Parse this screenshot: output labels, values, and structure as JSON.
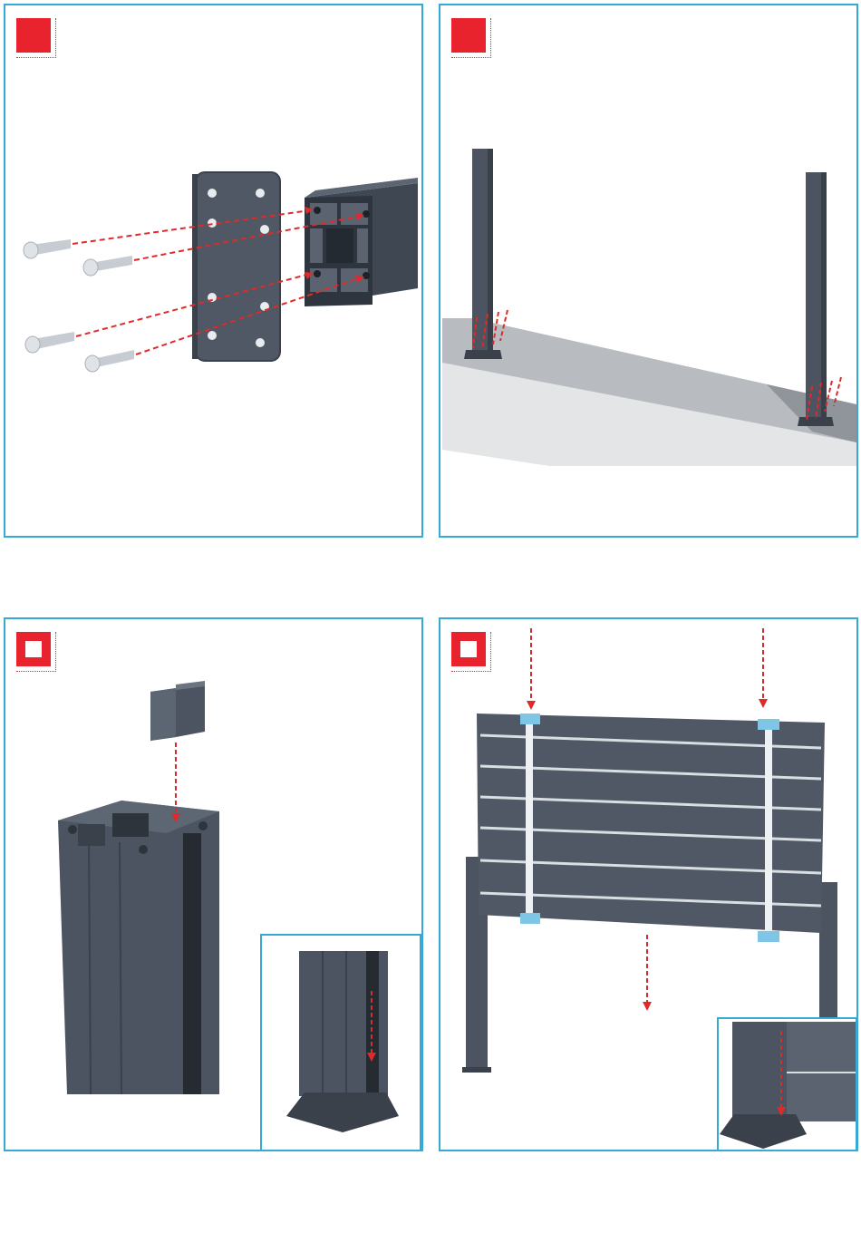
{
  "colors": {
    "panel_border": "#36a9d6",
    "step_badge": "#e8232e",
    "arrow": "#e02a2a",
    "metal": "#4b5460",
    "clip": "#7fc6e6"
  },
  "steps": [
    {
      "number": "",
      "style": "filled",
      "icon": "mounting-plate-screw-assembly"
    },
    {
      "number": "",
      "style": "filled",
      "icon": "posts-anchored-to-floor"
    },
    {
      "number": "",
      "style": "outline",
      "icon": "cap-insert-into-post"
    },
    {
      "number": "",
      "style": "outline",
      "icon": "panel-lowered-into-posts"
    }
  ]
}
